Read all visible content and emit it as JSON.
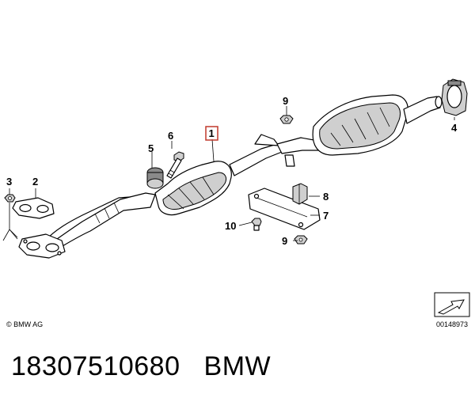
{
  "callouts": {
    "c1": "1",
    "c2": "2",
    "c3": "3",
    "c4": "4",
    "c5": "5",
    "c6": "6",
    "c7": "7",
    "c8": "8",
    "c9_top": "9",
    "c9_bottom": "9",
    "c10": "10"
  },
  "copyright": "© BMW AG",
  "diagram_number": "00148973",
  "caption": {
    "part_number": "18307510680",
    "brand": "BMW"
  },
  "colors": {
    "highlight_box": "#c0392b",
    "stroke": "#000000",
    "shade": "#cfcfcf"
  },
  "icons": [
    "arrow-direction-icon"
  ]
}
